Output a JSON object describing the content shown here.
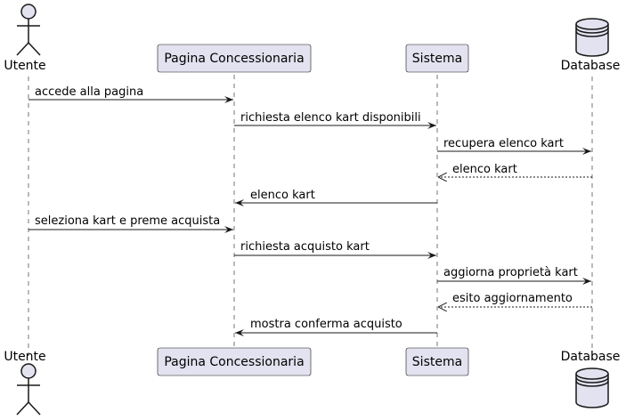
{
  "participants": {
    "utente": {
      "label": "Utente",
      "kind": "actor"
    },
    "pagina": {
      "label": "Pagina Concessionaria",
      "kind": "participant"
    },
    "sistema": {
      "label": "Sistema",
      "kind": "participant"
    },
    "database": {
      "label": "Database",
      "kind": "database"
    }
  },
  "messages": [
    {
      "from": "utente",
      "to": "pagina",
      "label": "accede alla pagina",
      "style": "solid"
    },
    {
      "from": "pagina",
      "to": "sistema",
      "label": "richiesta elenco kart disponibili",
      "style": "solid"
    },
    {
      "from": "sistema",
      "to": "database",
      "label": "recupera elenco kart",
      "style": "solid"
    },
    {
      "from": "database",
      "to": "sistema",
      "label": "elenco kart",
      "style": "dashed"
    },
    {
      "from": "sistema",
      "to": "pagina",
      "label": "elenco kart",
      "style": "solid"
    },
    {
      "from": "utente",
      "to": "pagina",
      "label": "seleziona kart e preme acquista",
      "style": "solid"
    },
    {
      "from": "pagina",
      "to": "sistema",
      "label": "richiesta acquisto kart",
      "style": "solid"
    },
    {
      "from": "sistema",
      "to": "database",
      "label": "aggiorna proprietà kart",
      "style": "solid"
    },
    {
      "from": "database",
      "to": "sistema",
      "label": "esito aggiornamento",
      "style": "dashed"
    },
    {
      "from": "sistema",
      "to": "pagina",
      "label": "mostra conferma acquisto",
      "style": "solid"
    }
  ],
  "colors": {
    "participant_fill": "#E2E2F0",
    "participant_border": "#181818",
    "lifeline": "#181818",
    "arrow": "#181818"
  }
}
